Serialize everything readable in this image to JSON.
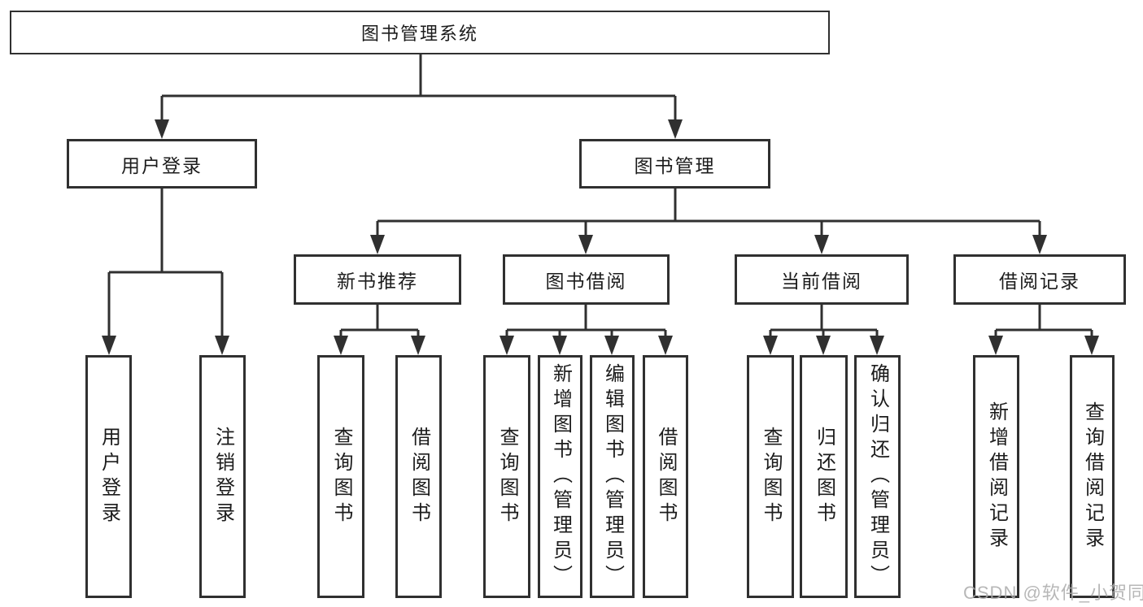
{
  "colors": {
    "line": "#303030",
    "text": "#1c1c1c",
    "bg": "#ffffff",
    "watermark": "#ababab"
  },
  "watermark": {
    "text": "CSDN @软件_小贺同学"
  },
  "tree": {
    "root": "图书管理系统",
    "branches": [
      {
        "label": "用户登录",
        "children": [
          "用户登录",
          "注销登录"
        ]
      },
      {
        "label": "图书管理",
        "groups": [
          {
            "label": "新书推荐",
            "children": [
              "查询图书",
              "借阅图书"
            ]
          },
          {
            "label": "图书借阅",
            "children": [
              "查询图书",
              "新增图书（管理员）",
              "编辑图书（管理员）",
              "借阅图书"
            ]
          },
          {
            "label": "当前借阅",
            "children": [
              "查询图书",
              "归还图书",
              "确认归还（管理员）"
            ]
          },
          {
            "label": "借阅记录",
            "children": [
              "新增借阅记录",
              "查询借阅记录"
            ]
          }
        ]
      }
    ]
  }
}
